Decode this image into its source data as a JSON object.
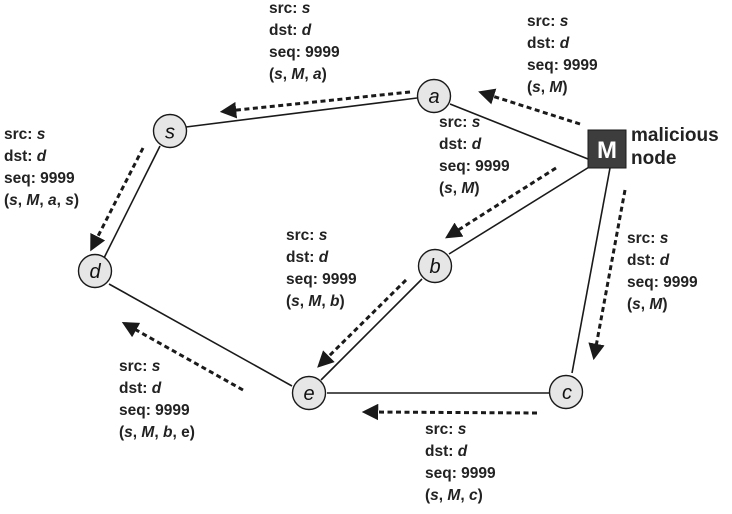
{
  "nodes": {
    "s": "s",
    "a": "a",
    "b": "b",
    "c": "c",
    "d": "d",
    "e": "e",
    "m": "M"
  },
  "malicious": {
    "line1": "malicious",
    "line2": "node"
  },
  "packet": {
    "src_key": "src:",
    "dst_key": "dst:",
    "seq_key": "seq:",
    "src": "s",
    "dst": "d",
    "seq": "9999"
  },
  "routes": {
    "m_to_a": [
      "s",
      "M"
    ],
    "a_to_s": [
      "s",
      "M",
      "a"
    ],
    "m_to_b": [
      "s",
      "M"
    ],
    "s_to_d": [
      "s",
      "M",
      "a",
      "s"
    ],
    "b_to_e": [
      "s",
      "M",
      "b"
    ],
    "m_to_c": [
      "s",
      "M"
    ],
    "c_to_e": [
      "s",
      "M",
      "c"
    ],
    "e_to_d": [
      "s",
      "M",
      "b",
      "e"
    ]
  },
  "colors": {
    "node_fill": "#e6e6e6",
    "malicious_fill": "#3d3d3d",
    "ink": "#1a1a1a"
  }
}
